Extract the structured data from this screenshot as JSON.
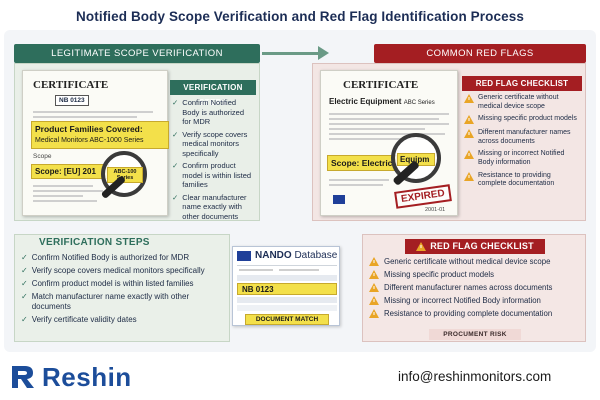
{
  "title": "Notified Body Scope Verification and Red Flag Identification Process",
  "left_header": "LEGITIMATE SCOPE VERIFICATION",
  "right_header": "COMMON RED FLAGS",
  "left_cert": {
    "title": "CERTIFICATE",
    "nb": "NB 0123",
    "families_label": "Product Families Covered:",
    "families_value": "Medical Monitors ABC-1000 Series",
    "scope_word": "Scope",
    "scope_value": "Scope: [EU] 201",
    "series_zoom": "ABC-100 Series"
  },
  "top_steps": {
    "header": "VERIFICATION STEPS",
    "items": [
      "Confirm Notified Body is authorized for MDR",
      "Verify scope covers medical monitors specifically",
      "Confirm product model is within listed families",
      "Clear manufacturer name exactly with other documents"
    ]
  },
  "right_cert": {
    "title": "CERTIFICATE",
    "subtitle": "Electric Equipment",
    "subtitle_small": "ABC Series",
    "scope": "Scope: Electric",
    "zoom": "Equipm",
    "stamp": "EXPIRED",
    "date": "2001-01"
  },
  "top_flags": {
    "header": "RED FLAG CHECKLIST",
    "items": [
      "Generic certificate without medical device scope",
      "Missing specific product models",
      "Different manufacturer names across documents",
      "Missing or incorrect Notified Body information",
      "Resistance to providing complete documentation"
    ]
  },
  "bottom_steps": {
    "header": "VERIFICATION STEPS",
    "items": [
      "Confirm Notified Body is authorized for MDR",
      "Verify scope covers medical monitors specifically",
      "Confirm product model is within listed families",
      "Match manufacturer name exactly with other documents",
      "Verify certificate validity dates"
    ]
  },
  "nando": {
    "title": "NANDO",
    "title_rest": "Database",
    "nb": "NB 0123",
    "match": "DOCUMENT MATCH"
  },
  "bottom_flags": {
    "header": "RED FLAG CHECKLIST",
    "items": [
      "Generic certificate without medical device scope",
      "Missing specific product models",
      "Different manufacturer names across documents",
      "Missing or incorrect Notified Body information",
      "Resistance to providing complete documentation"
    ],
    "footer": "PROCUMENT RISK"
  },
  "footer": {
    "brand": "Reshin",
    "email": "info@reshinmonitors.com"
  },
  "colors": {
    "green": "#2e6e5c",
    "red": "#a41e22",
    "navy": "#1c2d55",
    "yellow": "#f3e04a"
  }
}
